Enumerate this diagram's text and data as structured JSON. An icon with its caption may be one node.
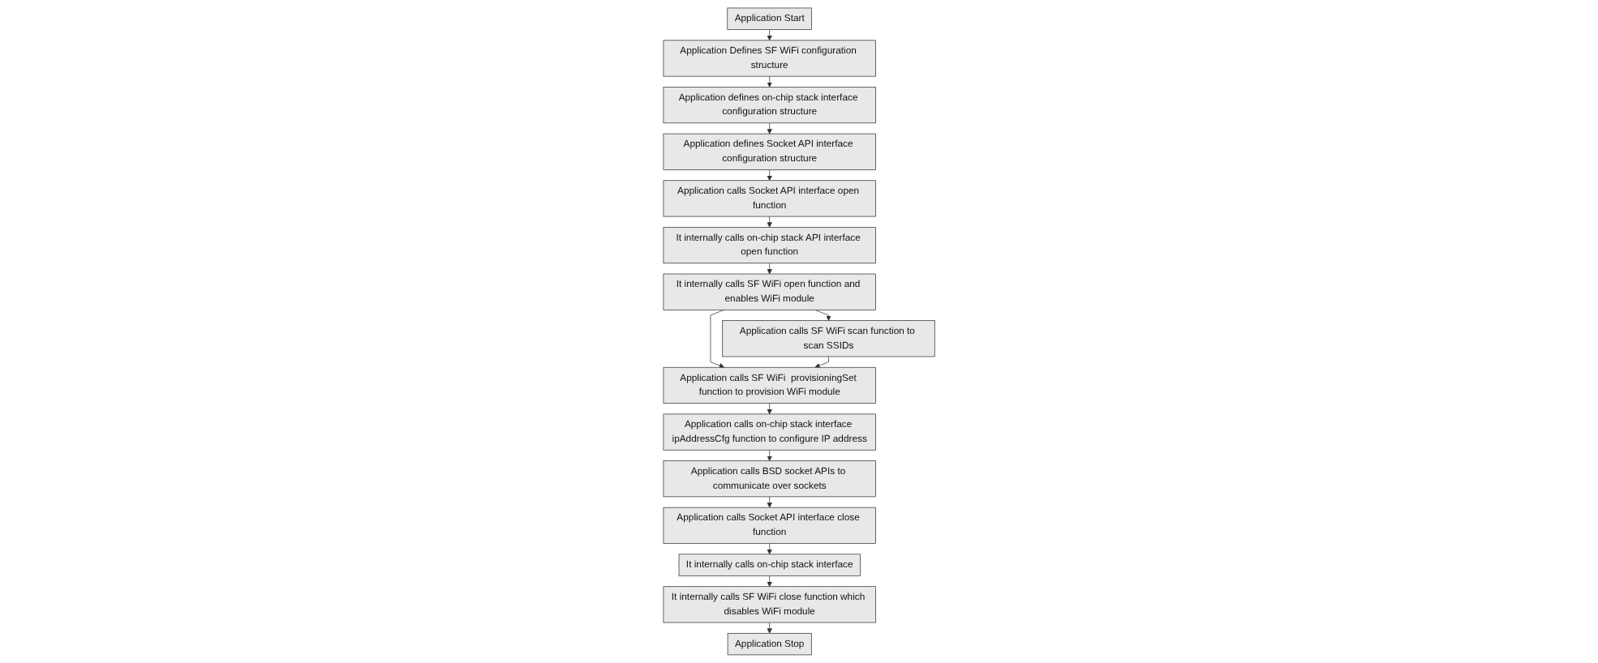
{
  "diagram": {
    "nodes": [
      {
        "text": [
          "Application Start"
        ]
      },
      {
        "text": [
          "Application Defines SF WiFi configuration structure"
        ]
      },
      {
        "text": [
          "Application defines on-chip stack interface configuration structure"
        ]
      },
      {
        "text": [
          "Application defines Socket API interface configuration structure"
        ]
      },
      {
        "text": [
          "Application calls Socket API interface open function"
        ]
      },
      {
        "text": [
          "It internally calls on-chip stack API interface open function"
        ]
      },
      {
        "text": [
          "It internally calls SF WiFi open function and enables WiFi module"
        ]
      },
      {
        "text": [
          "Application calls SF WiFi scan function to scan SSIDs"
        ]
      },
      {
        "text": [
          "Application calls SF WiFi  provisioningSet function to provision WiFi module"
        ]
      },
      {
        "text": [
          "Application calls on-chip stack interface ipAddressCfg function to configure IP address"
        ]
      },
      {
        "text": [
          "Application calls BSD socket APIs to communicate over sockets"
        ]
      },
      {
        "text": [
          "Application calls Socket API interface close function"
        ]
      },
      {
        "text": [
          "It internally calls on-chip stack interface"
        ]
      },
      {
        "text": [
          "It internally calls SF WiFi close function which disables WiFi module"
        ]
      },
      {
        "text": [
          "Application Stop"
        ]
      }
    ],
    "edges": [
      {
        "from": 0,
        "to": 1,
        "arrow": "to"
      },
      {
        "from": 1,
        "to": 2,
        "arrow": "to"
      },
      {
        "from": 2,
        "to": 3,
        "arrow": "to"
      },
      {
        "from": 3,
        "to": 4,
        "arrow": "to"
      },
      {
        "from": 4,
        "to": 5,
        "arrow": "to"
      },
      {
        "from": 5,
        "to": 6,
        "arrow": "to"
      },
      {
        "from": 6,
        "to": 7,
        "arrow": "to"
      },
      {
        "from": 6,
        "to": 8,
        "arrow": "to"
      },
      {
        "from": 7,
        "to": 8,
        "arrow": "to"
      },
      {
        "from": 8,
        "to": 9,
        "arrow": "to"
      },
      {
        "from": 9,
        "to": 10,
        "arrow": "to"
      },
      {
        "from": 10,
        "to": 11,
        "arrow": "to"
      },
      {
        "from": 11,
        "to": 12,
        "arrow": "to"
      },
      {
        "from": 12,
        "to": 13,
        "arrow": "to"
      },
      {
        "from": 13,
        "to": 14,
        "arrow": "to"
      }
    ]
  }
}
